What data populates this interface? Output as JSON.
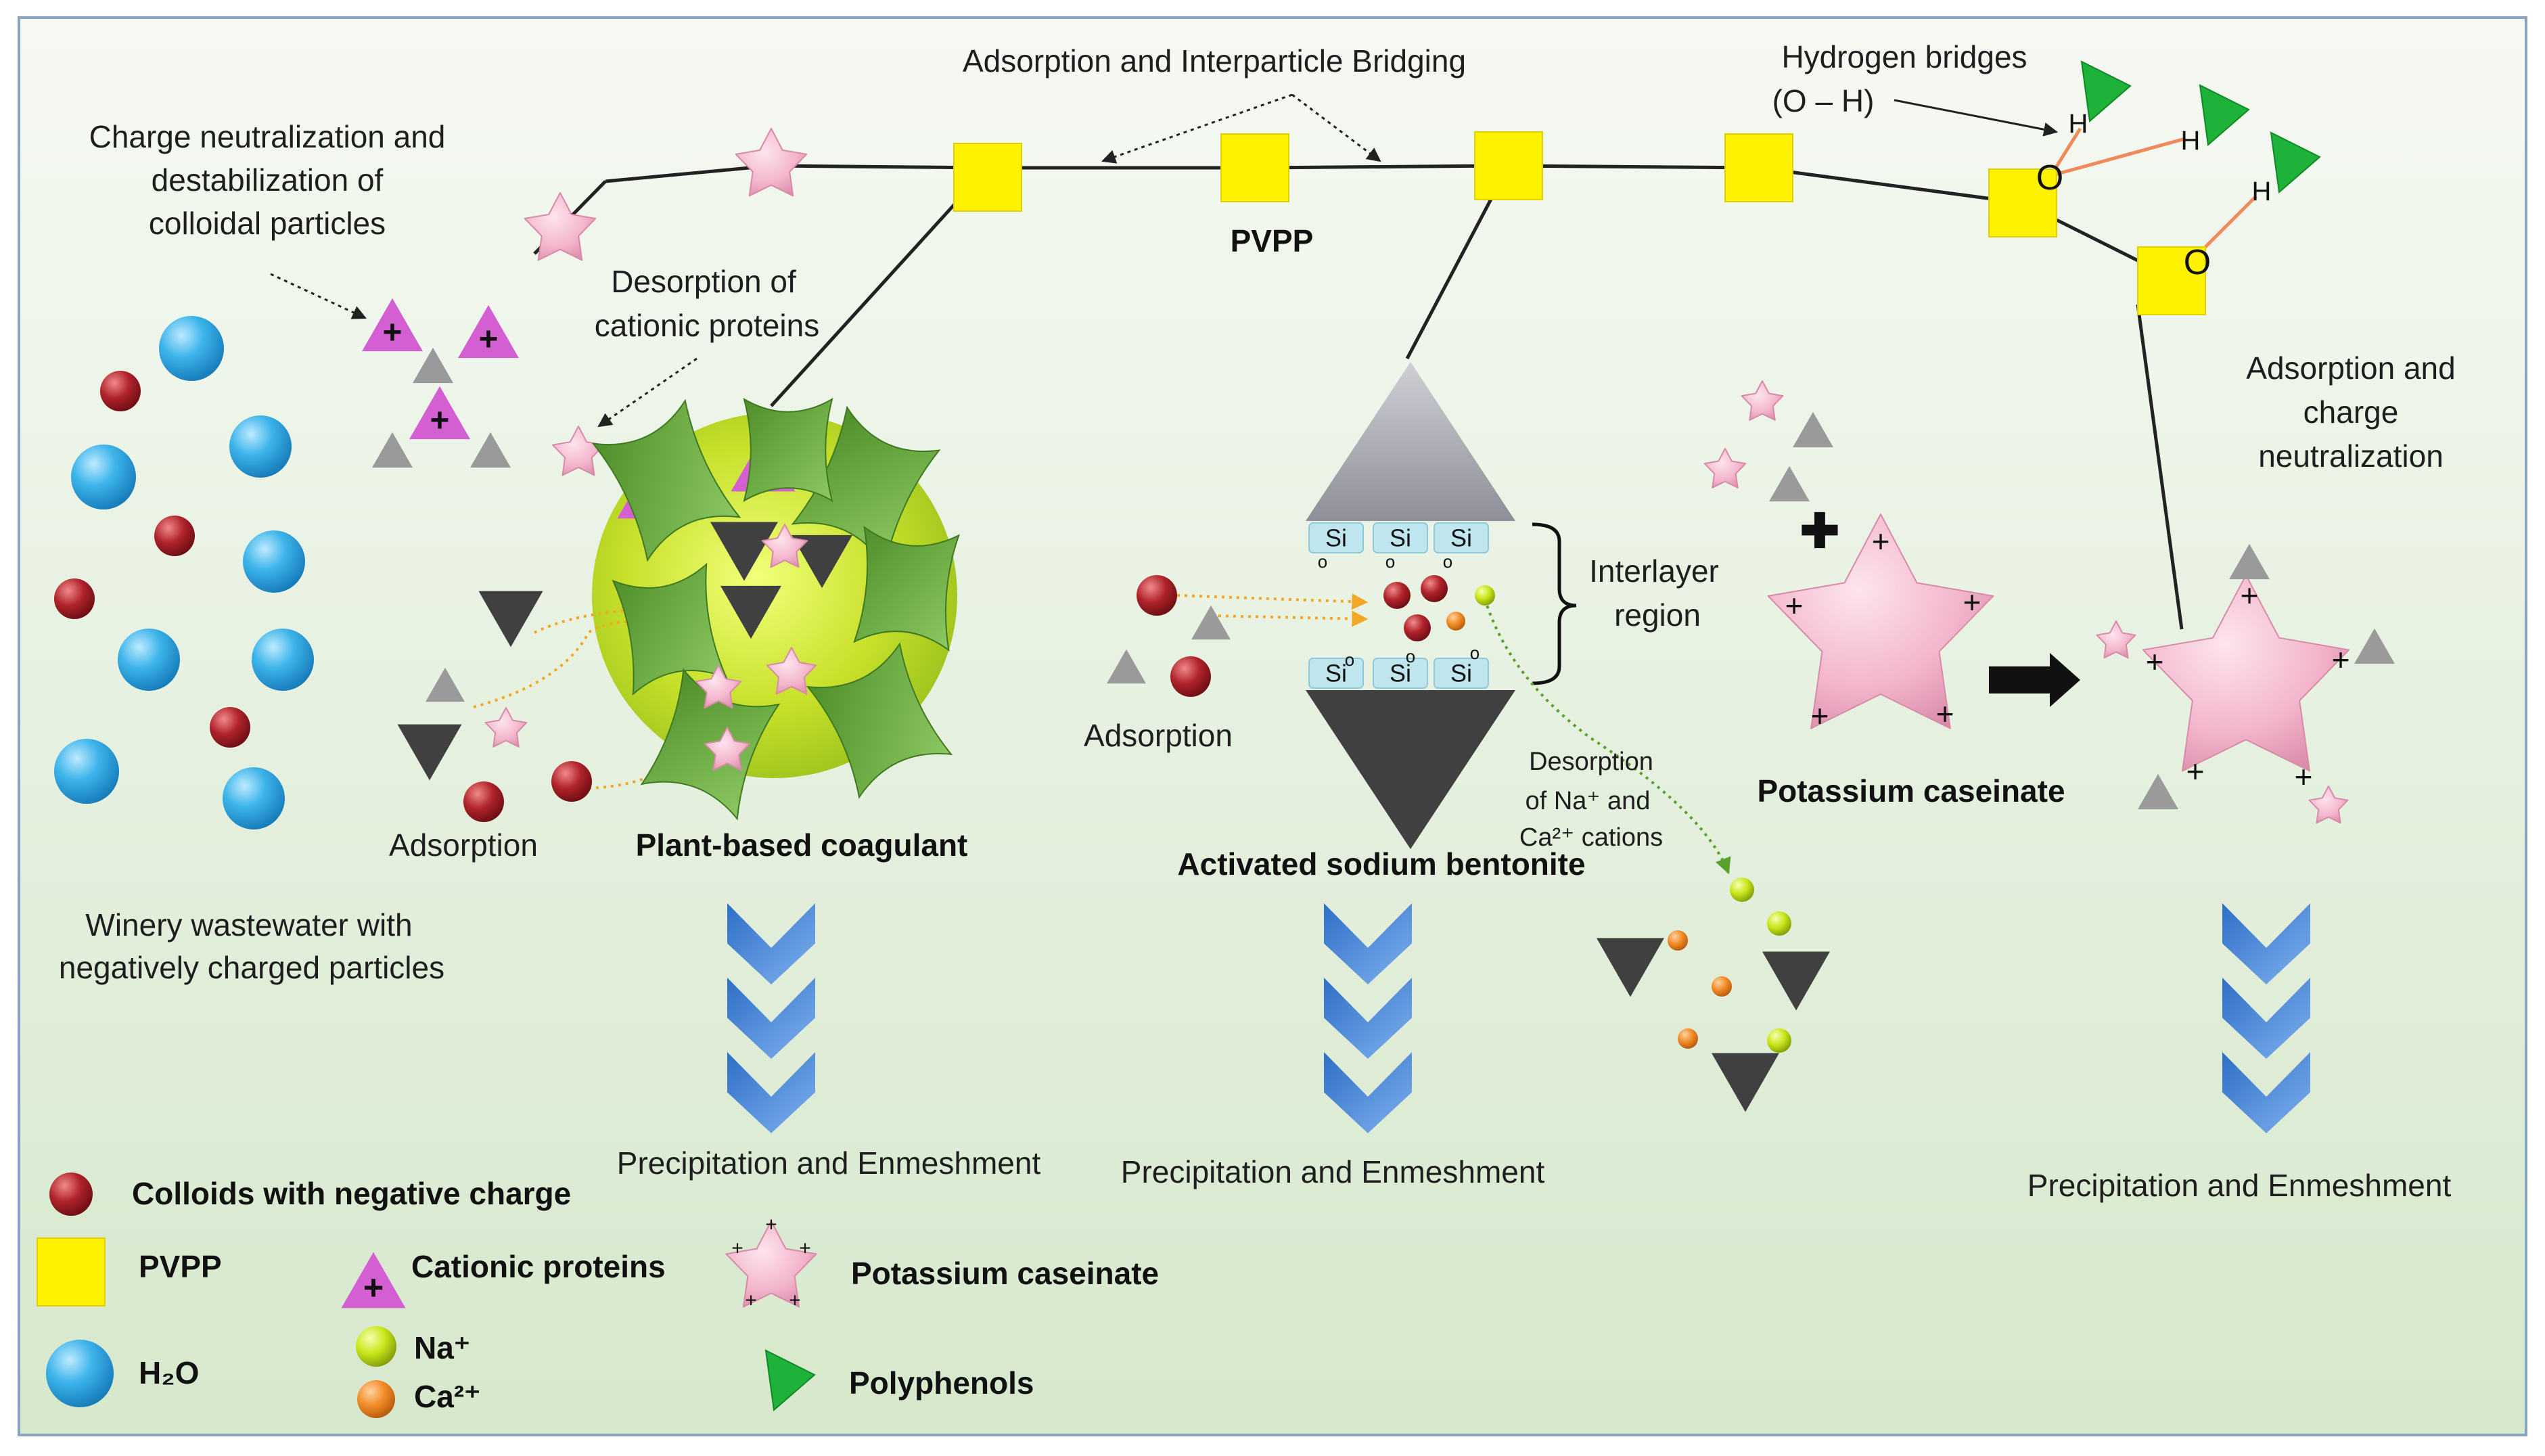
{
  "labels": {
    "bridging": "Adsorption and Interparticle Bridging",
    "hbridges_1": "Hydrogen bridges",
    "hbridges_2": "(O – H)",
    "charge_neut_1": "Charge neutralization and",
    "charge_neut_2": "destabilization of",
    "charge_neut_3": "colloidal particles",
    "desorption_1": "Desorption of",
    "desorption_2": "cationic proteins",
    "pvpp": "PVPP",
    "interlayer_1": "Interlayer",
    "interlayer_2": "region",
    "ads_neut_1": "Adsorption and",
    "ads_neut_2": "charge",
    "ads_neut_3": "neutralization",
    "adsorption_left": "Adsorption",
    "adsorption_mid": "Adsorption",
    "plant_coagulant": "Plant-based coagulant",
    "bentonite": "Activated sodium bentonite",
    "cation_desorp_1": "Desorption",
    "cation_desorp_2": "of Na⁺ and",
    "cation_desorp_3": "Ca²⁺ cations",
    "caseinate": "Potassium caseinate",
    "wastewater_1": "Winery wastewater with",
    "wastewater_2": "negatively charged particles",
    "precip_1": "Precipitation and Enmeshment",
    "precip_2": "Precipitation and Enmeshment",
    "precip_3": "Precipitation and Enmeshment"
  },
  "symbols": {
    "plus": "+",
    "bold_plus": "✚",
    "si": "Si",
    "o": "O",
    "h": "H",
    "o_small": "o"
  },
  "legend": {
    "colloids": "Colloids with negative charge",
    "pvpp": "PVPP",
    "h2o": "H₂O",
    "cationic": "Cationic proteins",
    "na": "Na⁺",
    "ca": "Ca²⁺",
    "caseinate": "Potassium caseinate",
    "polyphenols": "Polyphenols"
  },
  "colors": {
    "background_top": "#f4f8f1",
    "background_bottom": "#d9ead0",
    "colloid": "#a8202a",
    "water": "#29a6e0",
    "pvpp": "#fff200",
    "cationic_protein": "#d35fd3",
    "na": "#c7e619",
    "ca": "#f28c28",
    "caseinate": "#f3b6cc",
    "polyphenol": "#1fb23a",
    "coagulant_core": "#c9e22a",
    "coagulant_leaf": "#5c9e34",
    "arrow_blue": "#3d7fd1",
    "gray_triangle": "#9a9a9a",
    "dark_triangle": "#404040"
  },
  "icons": [
    "water-drop-icon",
    "colloid-icon",
    "pvpp-square-icon",
    "cationic-protein-icon",
    "caseinate-star-icon",
    "polyphenol-icon",
    "chevron-down-icon"
  ]
}
